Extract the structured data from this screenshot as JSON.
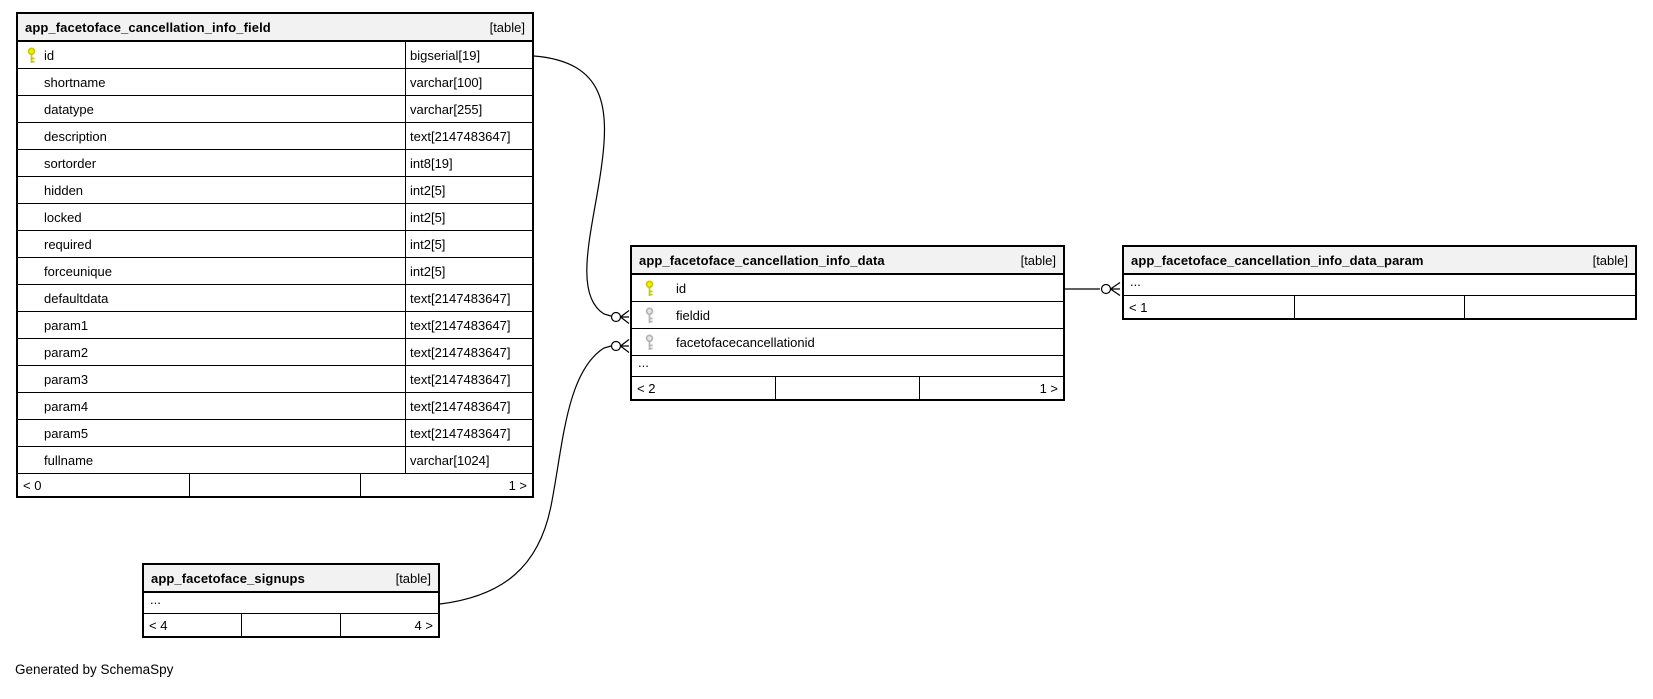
{
  "page": {
    "footer_note": "Generated by SchemaSpy"
  },
  "labels": {
    "ellipsis": "..."
  },
  "colors": {
    "pk_key_stroke": "#c9c900",
    "pk_key_fill": "#f0f000",
    "fk_key_stroke": "#b4b4b4",
    "fk_key_fill": "#e6e6e6",
    "header_bg": "#f2f2f2",
    "border": "#000000"
  },
  "tables": [
    {
      "name": "app_facetoface_cancellation_info_field",
      "tag": "[table]",
      "columns": [
        {
          "name": "id",
          "type": "bigserial[19]",
          "key": "pk"
        },
        {
          "name": "shortname",
          "type": "varchar[100]",
          "key": null
        },
        {
          "name": "datatype",
          "type": "varchar[255]",
          "key": null
        },
        {
          "name": "description",
          "type": "text[2147483647]",
          "key": null
        },
        {
          "name": "sortorder",
          "type": "int8[19]",
          "key": null
        },
        {
          "name": "hidden",
          "type": "int2[5]",
          "key": null
        },
        {
          "name": "locked",
          "type": "int2[5]",
          "key": null
        },
        {
          "name": "required",
          "type": "int2[5]",
          "key": null
        },
        {
          "name": "forceunique",
          "type": "int2[5]",
          "key": null
        },
        {
          "name": "defaultdata",
          "type": "text[2147483647]",
          "key": null
        },
        {
          "name": "param1",
          "type": "text[2147483647]",
          "key": null
        },
        {
          "name": "param2",
          "type": "text[2147483647]",
          "key": null
        },
        {
          "name": "param3",
          "type": "text[2147483647]",
          "key": null
        },
        {
          "name": "param4",
          "type": "text[2147483647]",
          "key": null
        },
        {
          "name": "param5",
          "type": "text[2147483647]",
          "key": null
        },
        {
          "name": "fullname",
          "type": "varchar[1024]",
          "key": null
        }
      ],
      "ellipsis": false,
      "footer": {
        "left": "< 0",
        "middle": "",
        "right": "1 >"
      }
    },
    {
      "name": "app_facetoface_cancellation_info_data",
      "tag": "[table]",
      "columns": [
        {
          "name": "id",
          "type": null,
          "key": "pk"
        },
        {
          "name": "fieldid",
          "type": null,
          "key": "fk"
        },
        {
          "name": "facetofacecancellationid",
          "type": null,
          "key": "fk"
        }
      ],
      "ellipsis": true,
      "footer": {
        "left": "< 2",
        "middle": "",
        "right": "1 >"
      }
    },
    {
      "name": "app_facetoface_cancellation_info_data_param",
      "tag": "[table]",
      "columns": [],
      "ellipsis": true,
      "footer": {
        "left": "< 1",
        "middle": "",
        "right": ""
      }
    },
    {
      "name": "app_facetoface_signups",
      "tag": "[table]",
      "columns": [],
      "ellipsis": true,
      "footer": {
        "left": "< 4",
        "middle": "",
        "right": "4 >"
      }
    }
  ],
  "relationships": [
    {
      "parent": "app_facetoface_cancellation_info_field.id",
      "child": "app_facetoface_cancellation_info_data.fieldid"
    },
    {
      "parent": "app_facetoface_signups",
      "child": "app_facetoface_cancellation_info_data.facetofacecancellationid"
    },
    {
      "parent": "app_facetoface_cancellation_info_data.id",
      "child": "app_facetoface_cancellation_info_data_param"
    }
  ]
}
